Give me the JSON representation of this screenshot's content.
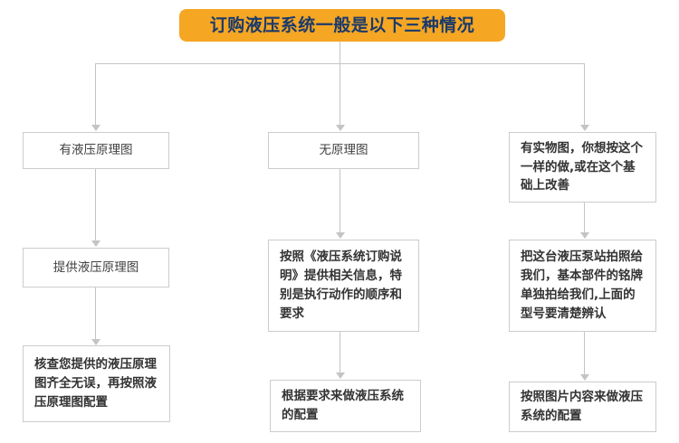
{
  "diagram": {
    "title": "订购液压系统一般是以下三种情况",
    "title_bg_color": "#f5a623",
    "title_text_color": "#1a3a6b",
    "box_border_color": "#cccccc",
    "connector_color": "#c4c4c4",
    "branches": [
      {
        "id": "branch-1",
        "steps": [
          {
            "id": "b1-s1",
            "label": "有液压原理图"
          },
          {
            "id": "b1-s2",
            "label": "提供液压原理图"
          },
          {
            "id": "b1-s3",
            "label": "核查您提供的液压原理图齐全无误，再按照液压原理图配置"
          }
        ]
      },
      {
        "id": "branch-2",
        "steps": [
          {
            "id": "b2-s1",
            "label": "无原理图"
          },
          {
            "id": "b2-s2",
            "label": "按照《液压系统订购说明》提供相关信息，特别是执行动作的顺序和要求"
          },
          {
            "id": "b2-s3",
            "label": "根据要求来做液压系统的配置"
          }
        ]
      },
      {
        "id": "branch-3",
        "steps": [
          {
            "id": "b3-s1",
            "label": "有实物图，你想按这个一样的做,或在这个基础上改善"
          },
          {
            "id": "b3-s2",
            "label": "把这台液压泵站拍照给我们，基本部件的铭牌单独拍给我们,上面的型号要清楚辨认"
          },
          {
            "id": "b3-s3",
            "label": "按照图片内容来做液压系统的配置"
          }
        ]
      }
    ]
  }
}
